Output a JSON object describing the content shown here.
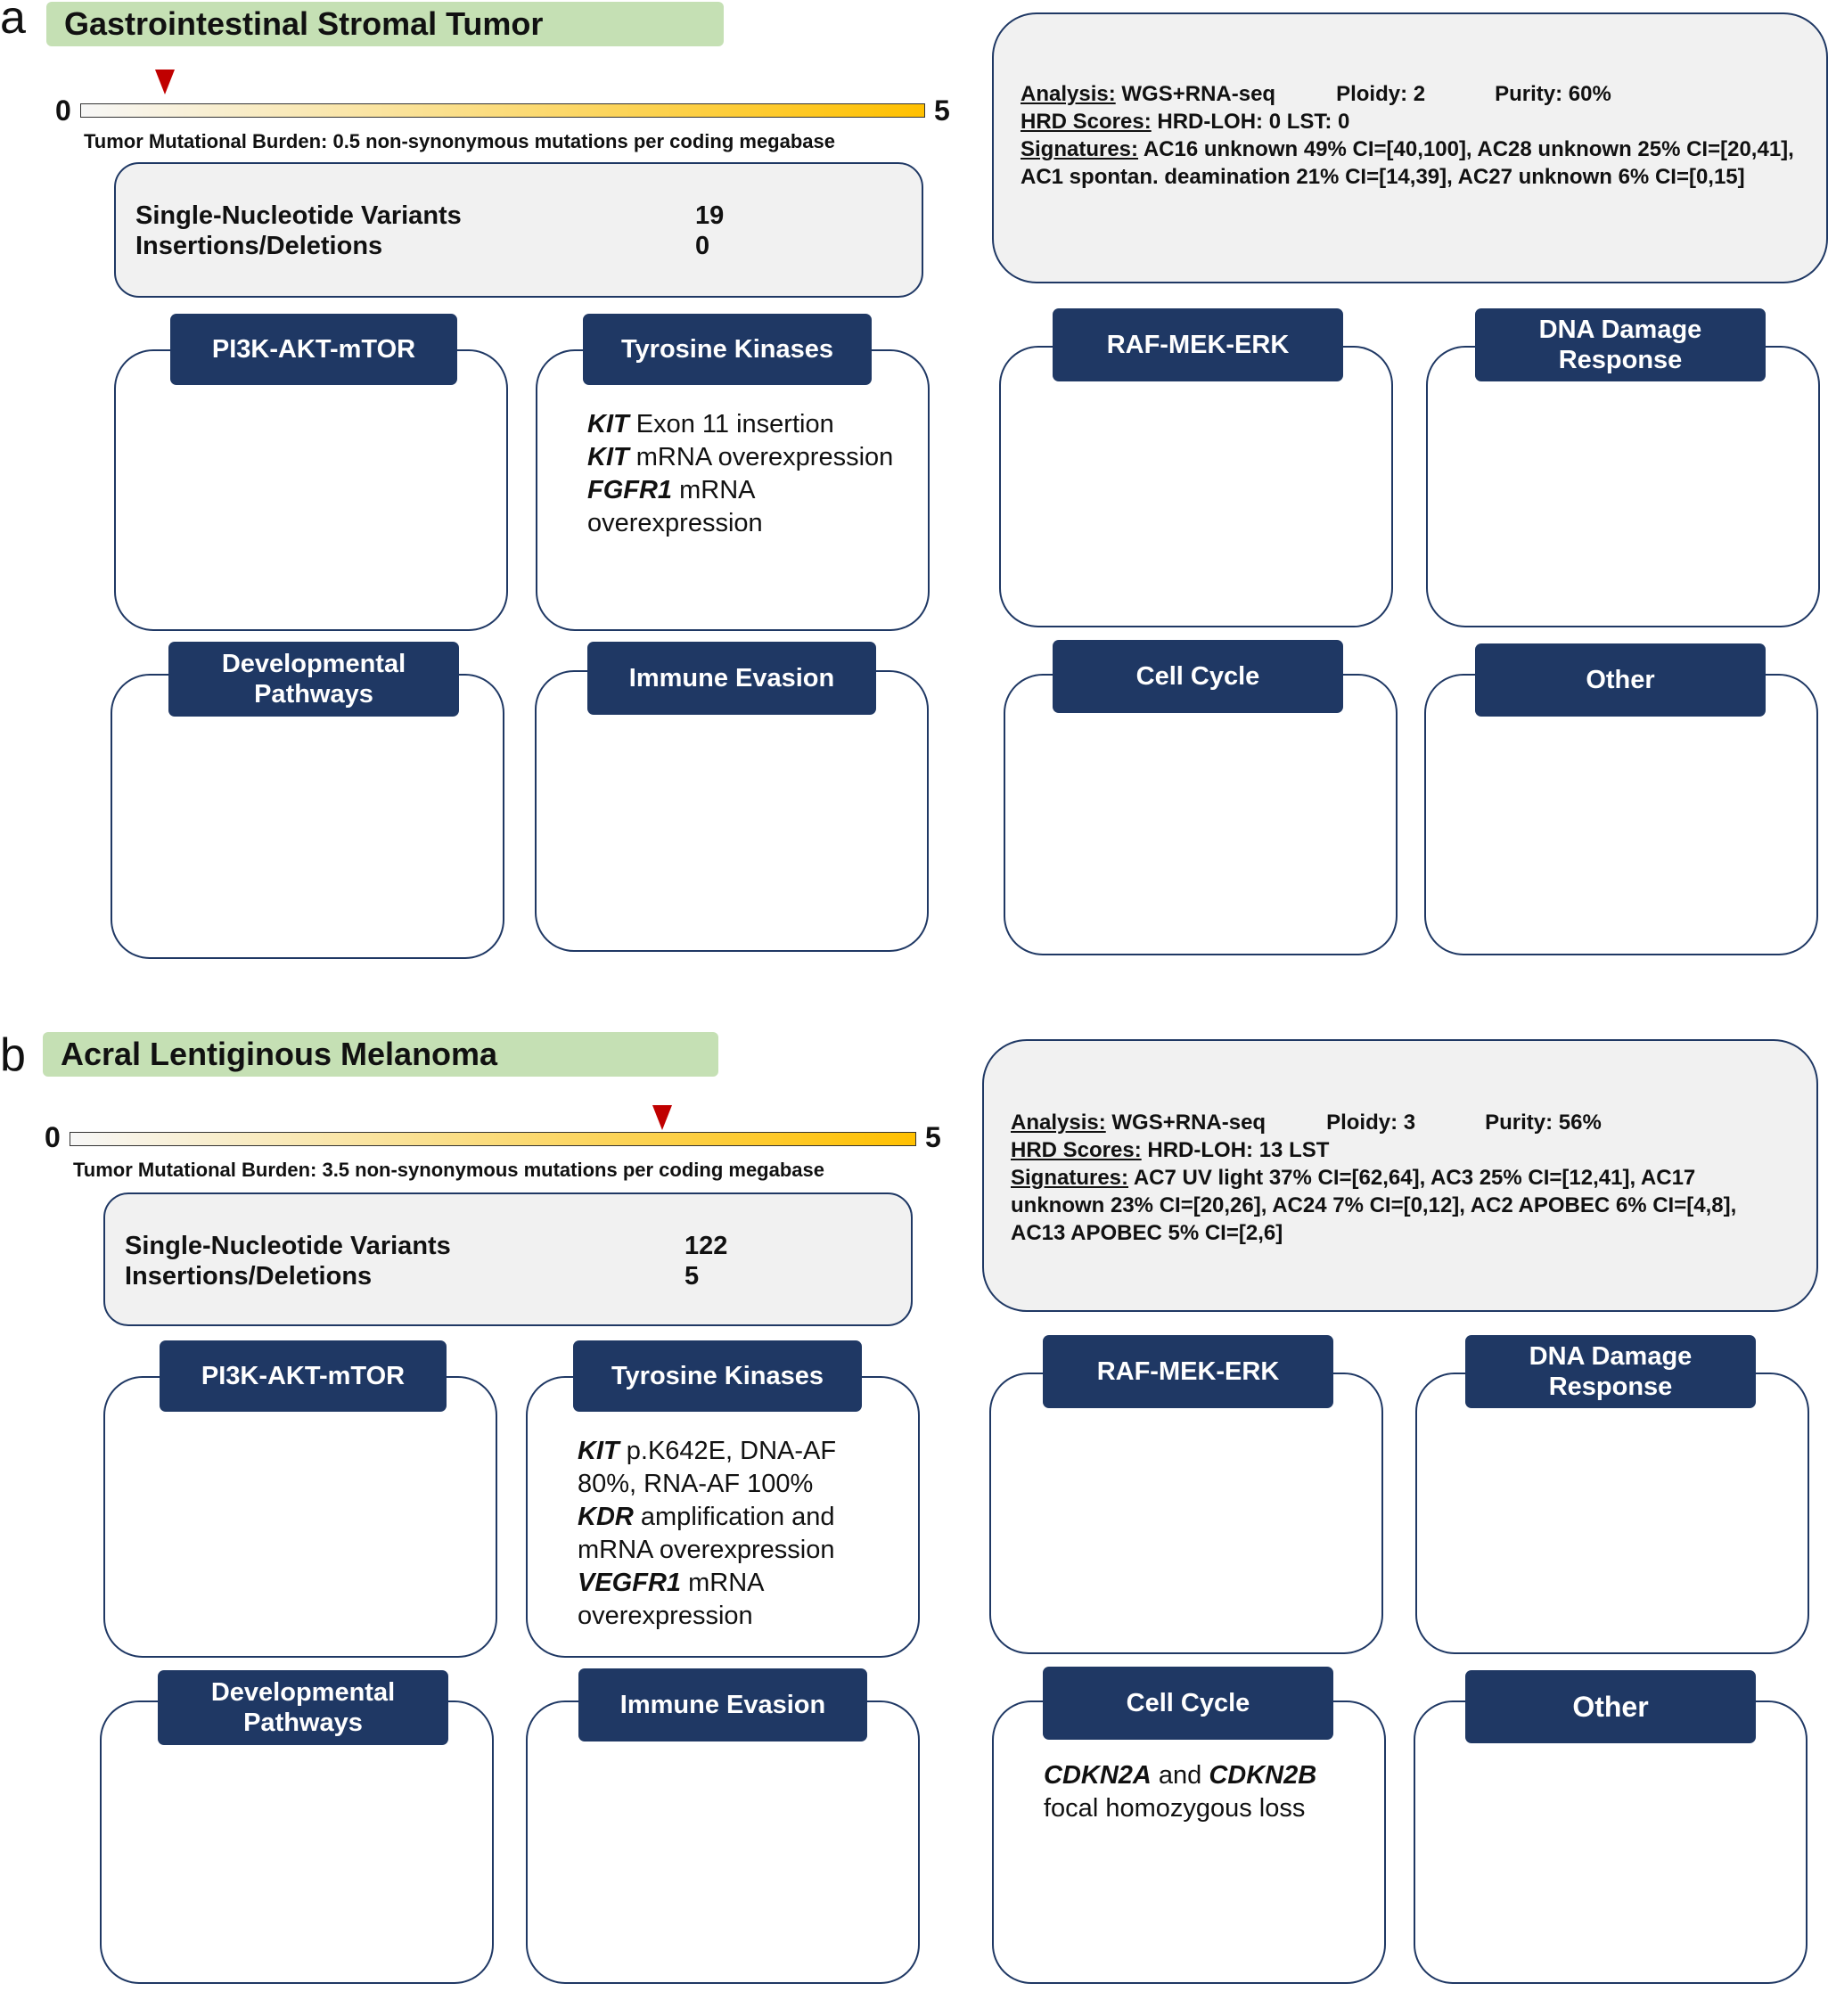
{
  "panels": [
    {
      "letter": "a",
      "title": "Gastrointestinal Stromal Tumor",
      "tmb": {
        "min_label": "0",
        "max_label": "5",
        "value": 0.5,
        "caption": "Tumor Mutational Burden: 0.5 non-synonymous mutations per coding megabase"
      },
      "counts": {
        "snv_label": "Single-Nucleotide Variants",
        "snv_value": "19",
        "indel_label": "Insertions/Deletions",
        "indel_value": "0"
      },
      "analysis": {
        "analysis_label": "Analysis:",
        "analysis_value": "WGS+RNA-seq",
        "ploidy": "Ploidy: 2",
        "purity": "Purity: 60%",
        "hrd_label": "HRD Scores:",
        "hrd_value": "HRD-LOH: 0 LST: 0",
        "sig_label": "Signatures:",
        "sig_value": "AC16 unknown 49% CI=[40,100], AC28 unknown 25% CI=[20,41], AC1 spontan. deamination 21% CI=[14,39], AC27 unknown 6% CI=[0,15]"
      },
      "pathways": {
        "pi3k": {
          "title": "PI3K-AKT-mTOR",
          "items": []
        },
        "tk": {
          "title": "Tyrosine Kinases",
          "items": [
            {
              "gene": "KIT",
              "text": " Exon 11 insertion"
            },
            {
              "gene": "KIT",
              "text": " mRNA overexpression"
            },
            {
              "gene": "FGFR1",
              "text": " mRNA overexpression"
            }
          ]
        },
        "raf": {
          "title": "RAF-MEK-ERK",
          "items": []
        },
        "dna": {
          "title": "DNA Damage Response",
          "items": []
        },
        "dev": {
          "title": "Developmental Pathways",
          "items": []
        },
        "immune": {
          "title": "Immune Evasion",
          "items": []
        },
        "cellcycle": {
          "title": "Cell Cycle",
          "items": []
        },
        "other": {
          "title": "Other",
          "items": []
        }
      }
    },
    {
      "letter": "b",
      "title": "Acral Lentiginous Melanoma",
      "tmb": {
        "min_label": "0",
        "max_label": "5",
        "value": 3.5,
        "caption": "Tumor Mutational Burden: 3.5 non-synonymous mutations per coding megabase"
      },
      "counts": {
        "snv_label": "Single-Nucleotide Variants",
        "snv_value": "122",
        "indel_label": "Insertions/Deletions",
        "indel_value": "5"
      },
      "analysis": {
        "analysis_label": "Analysis:",
        "analysis_value": "WGS+RNA-seq",
        "ploidy": "Ploidy: 3",
        "purity": "Purity: 56%",
        "hrd_label": "HRD Scores:",
        "hrd_value": "HRD-LOH: 13 LST",
        "sig_label": "Signatures:",
        "sig_value": "AC7 UV light 37% CI=[62,64], AC3 25% CI=[12,41], AC17 unknown 23% CI=[20,26], AC24 7% CI=[0,12], AC2 APOBEC 6% CI=[4,8], AC13 APOBEC 5% CI=[2,6]"
      },
      "pathways": {
        "pi3k": {
          "title": "PI3K-AKT-mTOR",
          "items": []
        },
        "tk": {
          "title": "Tyrosine Kinases",
          "items": [
            {
              "gene": "KIT",
              "text": " p.K642E, DNA-AF 80%, RNA-AF 100%"
            },
            {
              "gene": "KDR",
              "text": " amplification and mRNA overexpression"
            },
            {
              "gene": "VEGFR1",
              "text": " mRNA overexpression"
            }
          ]
        },
        "raf": {
          "title": "RAF-MEK-ERK",
          "items": []
        },
        "dna": {
          "title": "DNA Damage Response",
          "items": []
        },
        "dev": {
          "title": "Developmental Pathways",
          "items": []
        },
        "immune": {
          "title": "Immune Evasion",
          "items": []
        },
        "cellcycle": {
          "title": "Cell Cycle",
          "items": [
            {
              "gene": "CDKN2A",
              "text": " and "
            },
            {
              "gene": "CDKN2B",
              "text": " focal homozygous loss"
            }
          ]
        },
        "other": {
          "title": "Other",
          "items": []
        }
      }
    }
  ],
  "colors": {
    "title_bar": "#c5e0b4",
    "pathway_header": "#1f3864",
    "box_border": "#1f3864",
    "gray_fill": "#f1f1f1",
    "marker": "#c00000",
    "gradient_start": "#f7f7f7",
    "gradient_end": "#ffc000"
  }
}
